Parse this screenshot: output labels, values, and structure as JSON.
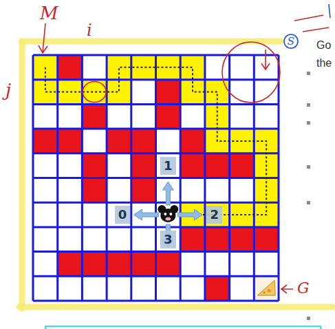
{
  "diagram": {
    "labels": [
      "M",
      "i",
      "j",
      "S",
      "Go",
      "the",
      "1",
      "0",
      "2",
      "3",
      "G"
    ]
  }
}
